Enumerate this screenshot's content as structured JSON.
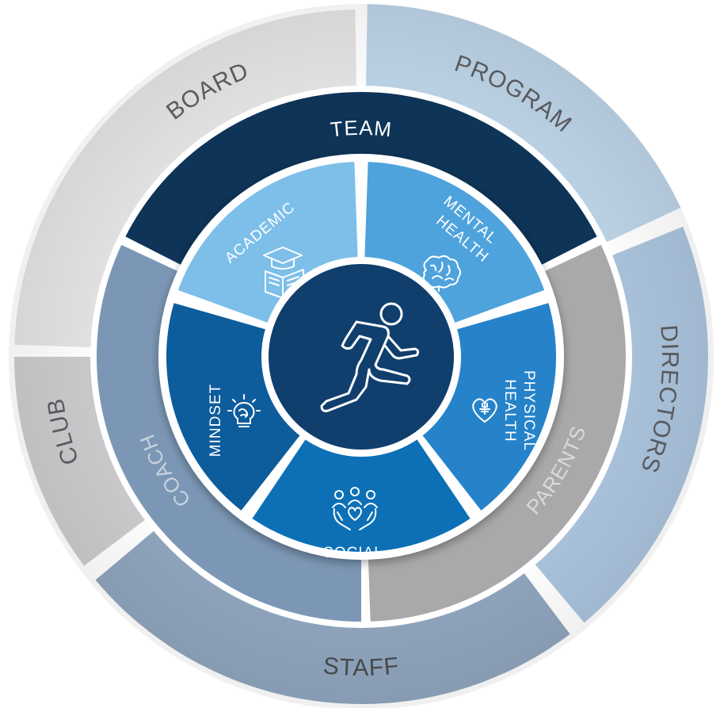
{
  "diagram": {
    "outer_ring": [
      {
        "key": "board",
        "label": "BOARD",
        "color": "#e3e3e4",
        "text_color": "#5c5d60"
      },
      {
        "key": "program",
        "label": "PROGRAM",
        "color": "#bcd3e6",
        "text_color": "#5c5d60"
      },
      {
        "key": "directors",
        "label": "DIRECTORS",
        "color": "#aac3dc",
        "text_color": "#5c5d60"
      },
      {
        "key": "staff",
        "label": "STAFF",
        "color": "#8fa5bd",
        "text_color": "#4a4b4e"
      },
      {
        "key": "club",
        "label": "CLUB",
        "color": "#cbcbcd",
        "text_color": "#5c5d60"
      }
    ],
    "middle_ring": [
      {
        "key": "team",
        "label": "TEAM",
        "color": "#0e3457",
        "text_color": "#ffffff"
      },
      {
        "key": "parents",
        "label": "PARENTS",
        "color": "#a9a9ab",
        "text_color": "#d9dadc"
      },
      {
        "key": "coach",
        "label": "COACH",
        "color": "#7c97b5",
        "text_color": "#c7d2df"
      }
    ],
    "inner_ring": [
      {
        "key": "academic",
        "label": "ACADEMIC",
        "color": "#7dbfe9",
        "icon": "graduation-cap-book-icon"
      },
      {
        "key": "mental-health",
        "label_lines": [
          "MENTAL",
          "HEALTH"
        ],
        "color": "#4fa3dd",
        "icon": "brain-icon"
      },
      {
        "key": "physical-health",
        "label_lines": [
          "PHYSICAL",
          "HEALTH"
        ],
        "color": "#2583c9",
        "icon": "heart-medical-icon"
      },
      {
        "key": "social",
        "label": "SOCIAL",
        "color": "#0a6fb6",
        "icon": "people-in-hands-icon"
      },
      {
        "key": "mindset",
        "label": "MINDSET",
        "color": "#0c5c9c",
        "icon": "lightbulb-brain-icon"
      }
    ],
    "center": {
      "color": "#103f6e",
      "icon": "running-athlete-icon"
    }
  }
}
